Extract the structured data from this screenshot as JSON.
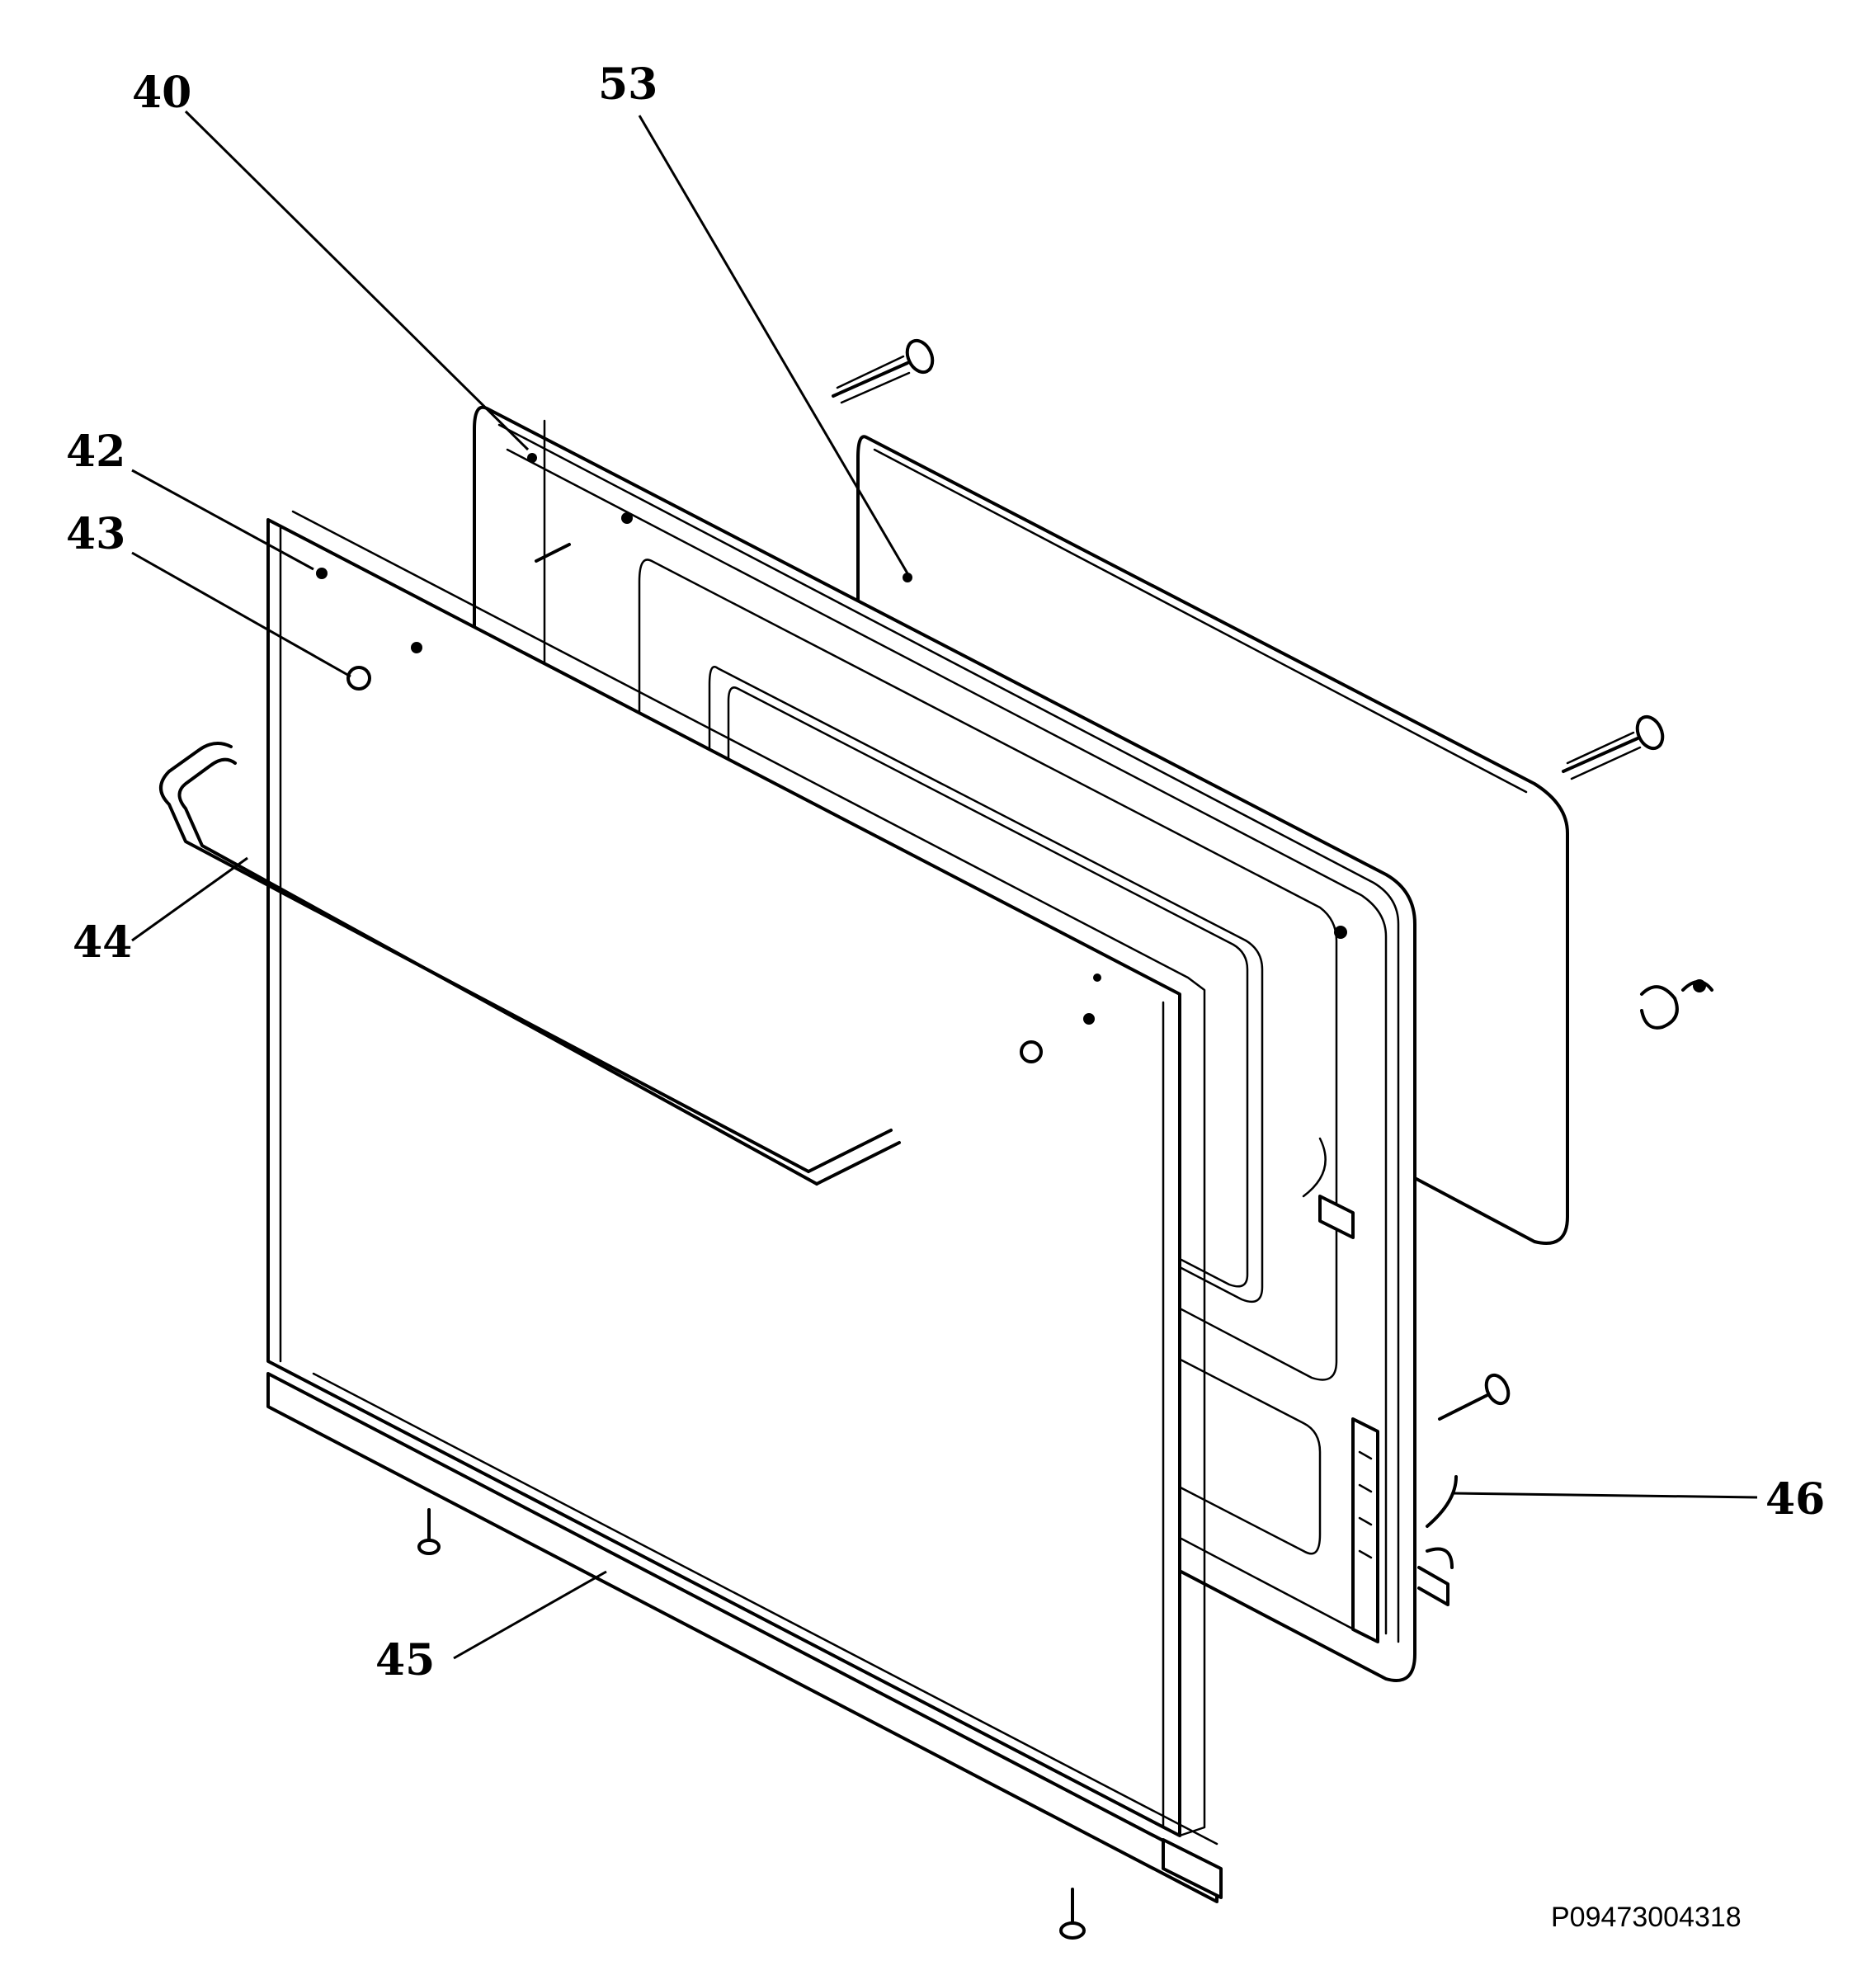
{
  "diagram": {
    "callouts": {
      "c40": "40",
      "c53": "53",
      "c42": "42",
      "c43": "43",
      "c44": "44",
      "c45": "45",
      "c46": "46"
    },
    "reference_code": "P09473004318"
  }
}
